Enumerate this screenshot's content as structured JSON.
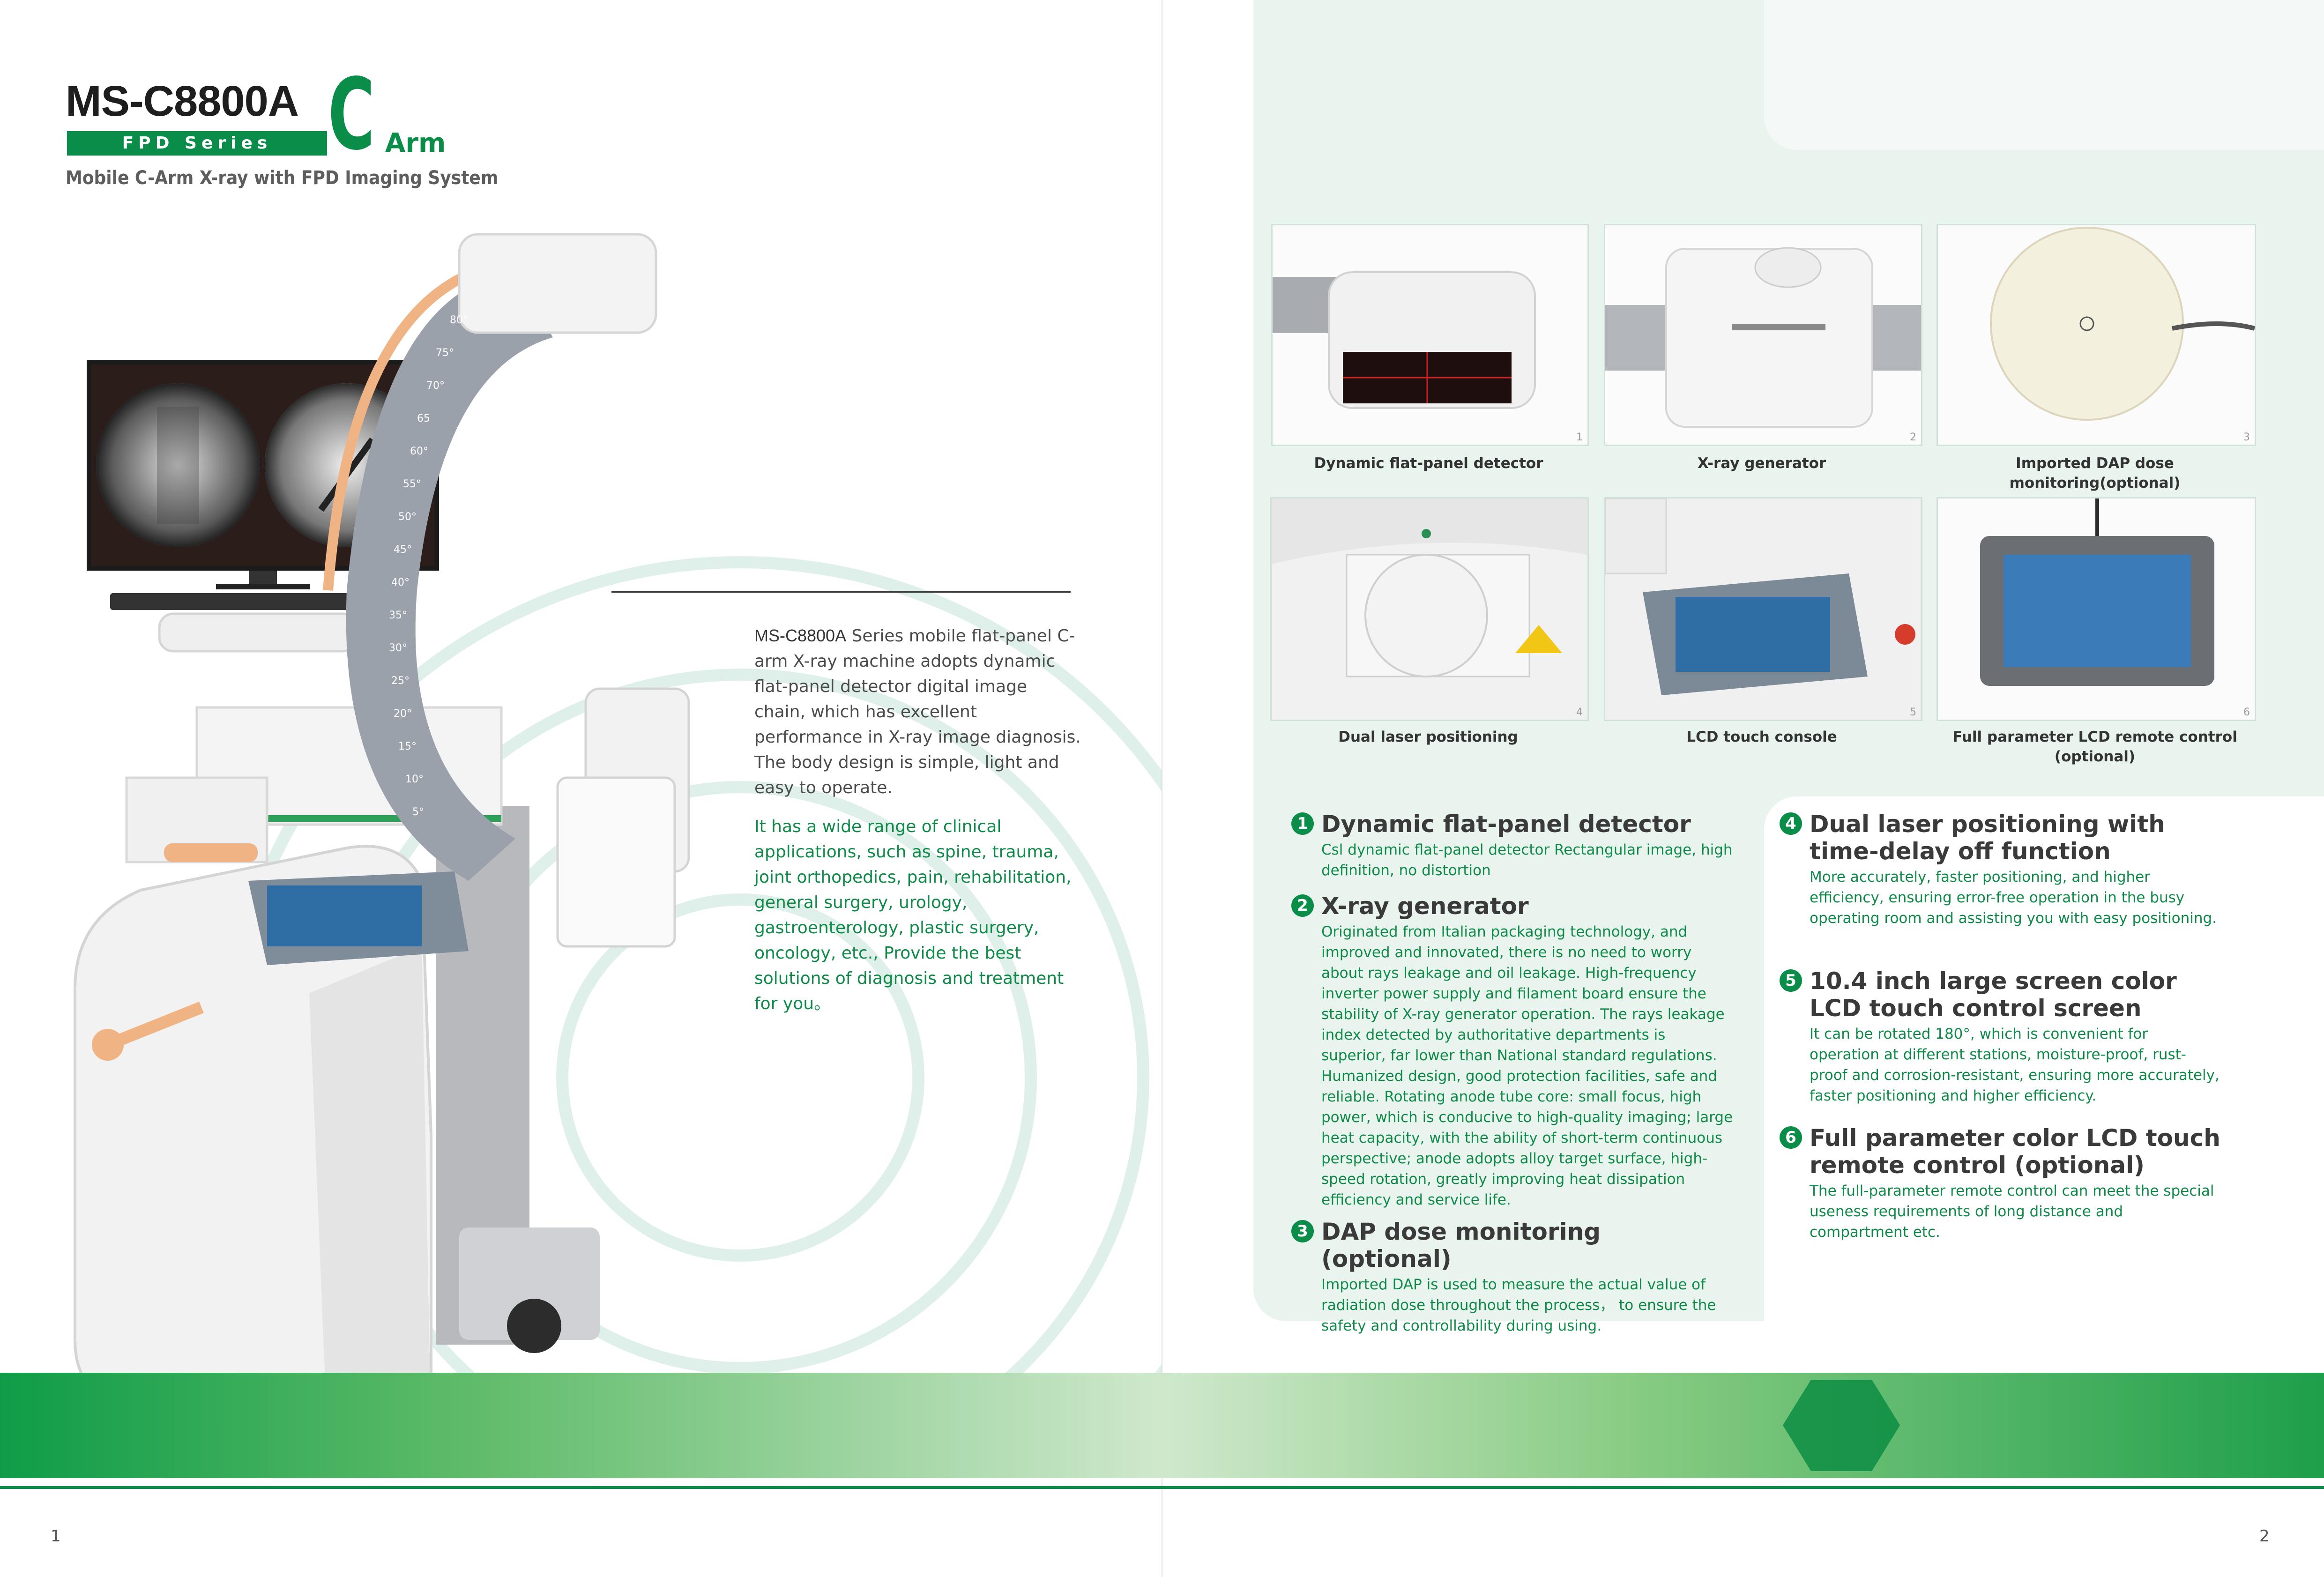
{
  "left_page": {
    "model": "MS-C8800A",
    "series_label": "FPD Series",
    "big_letter": "C",
    "arm_word": "Arm",
    "subtitle": "Mobile C-Arm X-ray with FPD Imaging System",
    "intro_model": "MS-C8800A",
    "intro_text": " Series mobile flat-panel C-arm X-ray machine adopts dynamic flat-panel detector digital image chain, which has excellent performance in X-ray image diagnosis. The body design is simple, light and easy to operate.",
    "applications_text": "It has a wide range of clinical applications, such as spine, trauma, joint orthopedics, pain, rehabilitation, general surgery, urology, gastroenterology, plastic surgery, oncology, etc., Provide  the best solutions of diagnosis and treatment for you。",
    "page_number": "1",
    "scale_marks": [
      "80°",
      "75°",
      "70°",
      "65",
      "60°",
      "55°",
      "50°",
      "45°",
      "40°",
      "35°",
      "30°",
      "25°",
      "20°",
      "15°",
      "10°",
      "5°"
    ]
  },
  "right_page": {
    "photos": [
      {
        "caption": "Dynamic flat-panel detector",
        "index": "1"
      },
      {
        "caption": "X-ray generator",
        "index": "2"
      },
      {
        "caption": "Imported DAP dose monitoring(optional)",
        "index": "3"
      },
      {
        "caption": "Dual laser positioning",
        "index": "4"
      },
      {
        "caption": "LCD touch console",
        "index": "5"
      },
      {
        "caption": "Full parameter LCD remote control (optional)",
        "index": "6"
      }
    ],
    "features": [
      {
        "num": "1",
        "title": "Dynamic flat-panel detector",
        "body": "Csl dynamic flat-panel detector Rectangular image, high definition, no distortion"
      },
      {
        "num": "2",
        "title": "X-ray generator",
        "body": "Originated from Italian packaging technology, and improved and innovated, there is no need to worry about rays leakage and oil leakage. High-frequency inverter power supply and filament board ensure the stability of X-ray generator operation. The rays leakage index detected by authoritative departments is superior, far lower than National standard regulations. Humanized design, good protection facilities, safe and reliable. Rotating anode tube core: small focus, high power, which is conducive to high-quality imaging; large heat capacity, with the ability of short-term continuous perspective; anode adopts alloy target surface, high-speed rotation, greatly improving heat dissipation efficiency and service life."
      },
      {
        "num": "3",
        "title": "DAP dose monitoring (optional)",
        "body": "Imported DAP is used to measure the actual value of radiation dose throughout the process，  to ensure the safety and controllability during using."
      },
      {
        "num": "4",
        "title": "Dual laser positioning with time-delay off function",
        "body": "More accurately, faster positioning, and higher efficiency, ensuring error-free operation in the busy operating room and assisting you with easy positioning."
      },
      {
        "num": "5",
        "title": "10.4 inch large screen color LCD touch control screen",
        "body": "It can be rotated 180°, which is convenient for operation at different stations, moisture-proof, rust-proof and corrosion-resistant, ensuring more accurately, faster positioning and higher efficiency."
      },
      {
        "num": "6",
        "title": "Full parameter color LCD touch remote control (optional)",
        "body": "The full-parameter remote control can meet the special useness requirements of long distance and compartment etc."
      }
    ],
    "page_number": "2"
  },
  "colors": {
    "brand_green": "#0b8d4a",
    "text_green": "#0f8a48",
    "panel_bg": "#e9f4ef"
  }
}
